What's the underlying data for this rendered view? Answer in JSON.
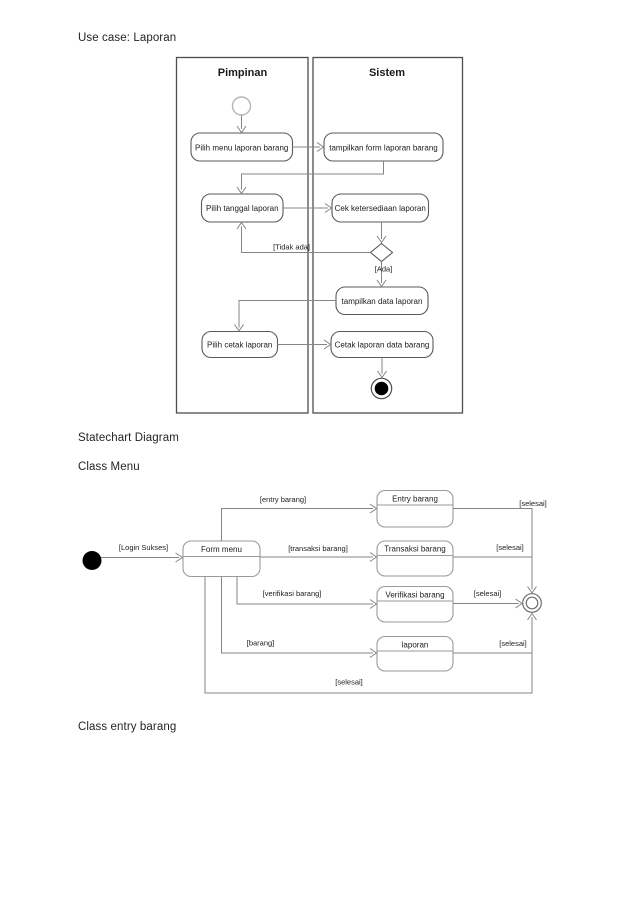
{
  "headings": {
    "use_case": "Use case: Laporan",
    "statechart": "Statechart Diagram",
    "class_menu": "Class Menu",
    "class_entry": "Class entry barang"
  },
  "activity": {
    "lanes": {
      "left": "Pimpinan",
      "right": "Sistem"
    },
    "nodes": {
      "pilih_menu": "Pilih menu laporan barang",
      "tampilkan_form": "tampilkan form laporan barang",
      "pilih_tanggal": "Pilih tanggal laporan",
      "cek_ketersediaan": "Cek ketersediaan laporan",
      "tampilkan_data": "tampilkan data laporan",
      "pilih_cetak": "Pilih cetak laporan",
      "cetak_laporan": "Cetak laporan data barang"
    },
    "guards": {
      "tidak_ada": "[Tidak ada]",
      "ada": "[Ada]"
    }
  },
  "statechart": {
    "nodes": {
      "form_menu": "Form menu",
      "entry_barang": "Entry barang",
      "transaksi_barang": "Transaksi barang",
      "verifikasi_barang": "Verifikasi barang",
      "laporan": "laporan"
    },
    "labels": {
      "login_sukses": "[Login Sukses]",
      "entry_barang": "[entry barang]",
      "transaksi_barang": "[transaksi barang]",
      "verifikasi_barang": "[verifikasi barang]",
      "barang": "[barang]",
      "selesai": "[selesai]"
    }
  },
  "colors": {
    "page_background": "#ffffff",
    "text": "#1c1c1c",
    "connector_gray": "#858585",
    "node_stroke_dark": "#5a5a5a",
    "node_stroke_light": "#9a9a9a",
    "initial_state_fill": "#000000"
  }
}
